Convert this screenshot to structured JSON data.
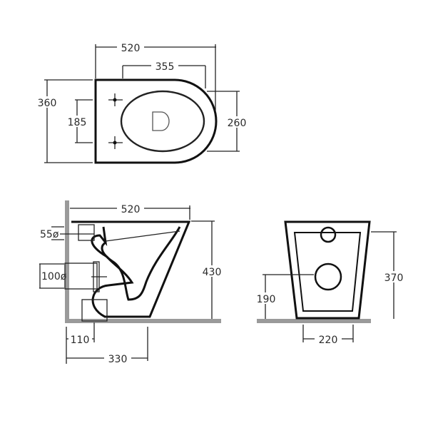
{
  "top_view": {
    "width": "520",
    "inner_length": "355",
    "depth": "360",
    "bolt_spacing": "185",
    "bowl_width": "260"
  },
  "side_view": {
    "width": "520",
    "inlet": "55ø",
    "outlet": "100ø",
    "height": "430",
    "outlet_offset": "110",
    "distance": "330"
  },
  "front_view": {
    "height": "370",
    "outlet_height": "190",
    "width": "220"
  },
  "colors": {
    "line": "#111111",
    "wall": "#9a9a9a"
  }
}
